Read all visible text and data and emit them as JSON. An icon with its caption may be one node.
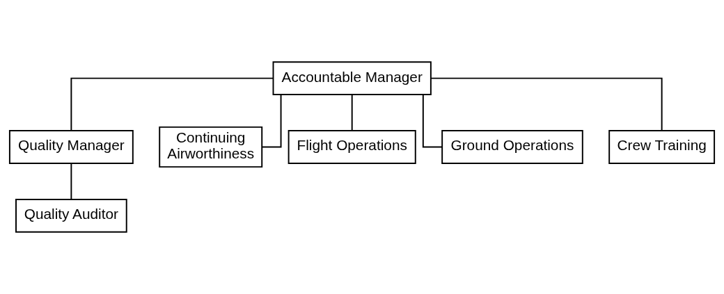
{
  "diagram": {
    "nodes": [
      {
        "text": [
          "Accountable Manager"
        ]
      },
      {
        "text": [
          "Quality Manager"
        ]
      },
      {
        "text": [
          "Quality Auditor"
        ]
      },
      {
        "text": [
          "Continuing Airworthiness"
        ]
      },
      {
        "text": [
          "Flight Operations"
        ]
      },
      {
        "text": [
          "Ground Operations"
        ]
      },
      {
        "text": [
          "Crew Training"
        ]
      }
    ],
    "edges": [
      {
        "from": 0,
        "to": 1,
        "arrow": "none"
      },
      {
        "from": 1,
        "to": 2,
        "arrow": "none"
      },
      {
        "from": 0,
        "to": 3,
        "arrow": "none"
      },
      {
        "from": 0,
        "to": 4,
        "arrow": "none"
      },
      {
        "from": 0,
        "to": 5,
        "arrow": "none"
      },
      {
        "from": 0,
        "to": 6,
        "arrow": "none"
      }
    ]
  }
}
